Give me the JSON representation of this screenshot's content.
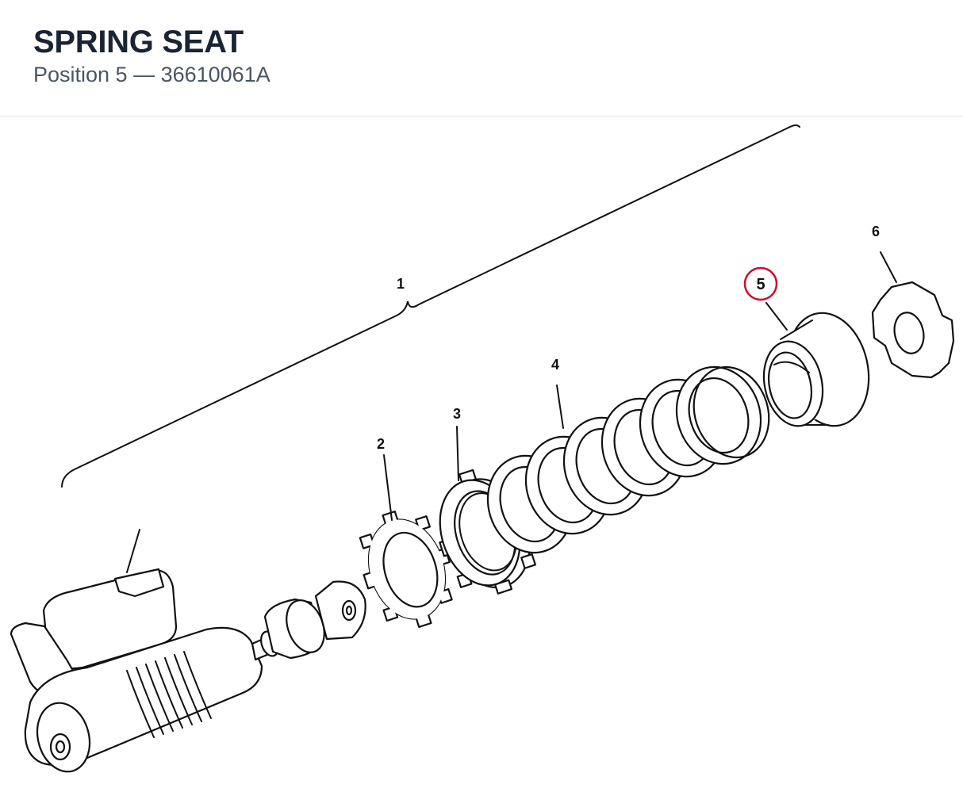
{
  "header": {
    "title": "SPRING SEAT",
    "subtitle": "Position 5 — 36610061A"
  },
  "highlight_color": "#c8102e",
  "callouts": [
    {
      "id": "1",
      "label": "1",
      "highlighted": false
    },
    {
      "id": "2",
      "label": "2",
      "highlighted": false
    },
    {
      "id": "3",
      "label": "3",
      "highlighted": false
    },
    {
      "id": "4",
      "label": "4",
      "highlighted": false
    },
    {
      "id": "5",
      "label": "5",
      "highlighted": true
    },
    {
      "id": "6",
      "label": "6",
      "highlighted": false
    }
  ]
}
